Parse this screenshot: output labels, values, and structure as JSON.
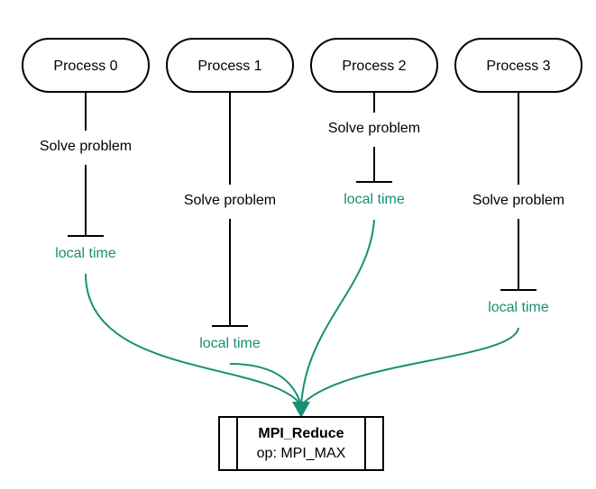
{
  "colors": {
    "accent": "#178f74",
    "line": "#000000"
  },
  "processes": [
    {
      "label": "Process 0",
      "step": "Solve problem",
      "time": "local time"
    },
    {
      "label": "Process 1",
      "step": "Solve problem",
      "time": "local time"
    },
    {
      "label": "Process 2",
      "step": "Solve problem",
      "time": "local time"
    },
    {
      "label": "Process 3",
      "step": "Solve problem",
      "time": "local time"
    }
  ],
  "reduce": {
    "title": "MPI_Reduce",
    "op": "op: MPI_MAX"
  }
}
